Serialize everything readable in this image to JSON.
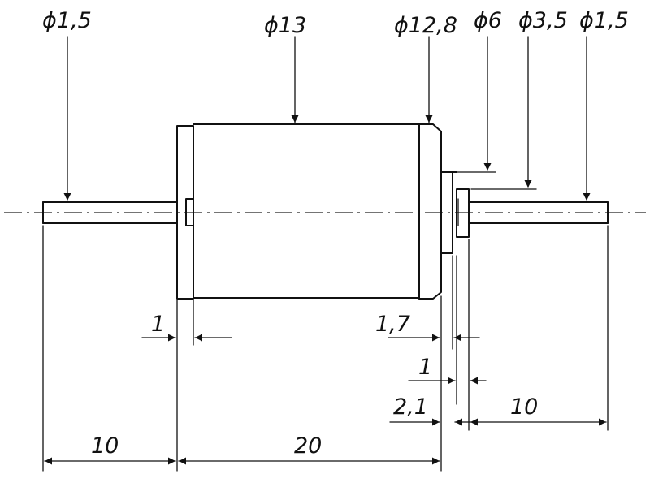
{
  "drawing": {
    "diameters": {
      "shaft_left": "ϕ1,5",
      "body": "ϕ13",
      "end_cap": "ϕ12,8",
      "boss": "ϕ6",
      "collar": "ϕ3,5",
      "shaft_right": "ϕ1,5"
    },
    "lengths": {
      "left_cap": "1",
      "boss_step": "1,7",
      "collar_width": "1",
      "collar_offset": "2,1",
      "shaft_left": "10",
      "body": "20",
      "shaft_right": "10"
    }
  }
}
